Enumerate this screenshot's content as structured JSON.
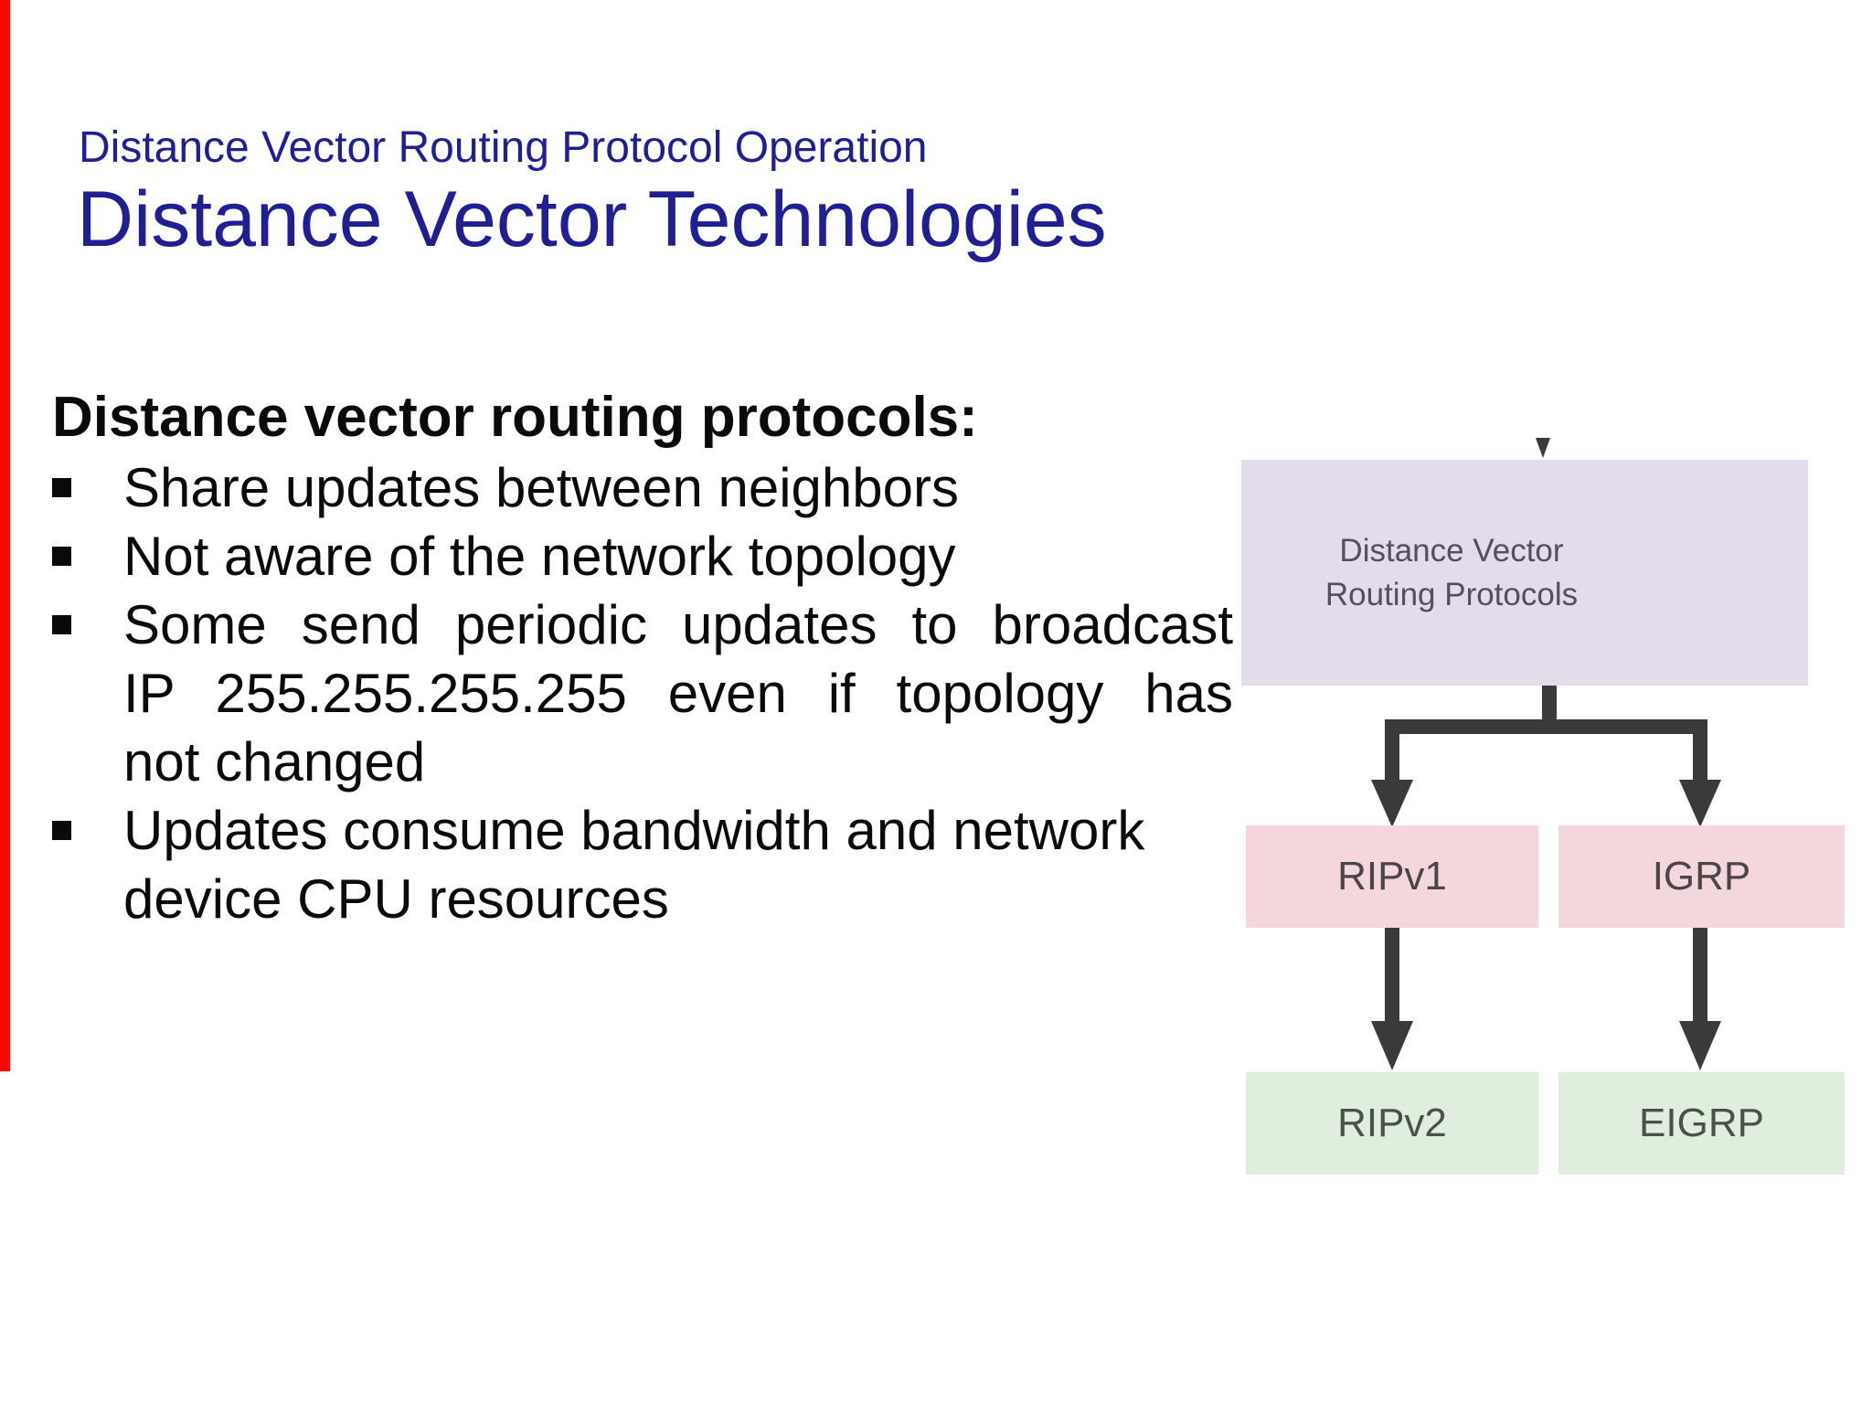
{
  "slide": {
    "kicker": "Distance Vector Routing Protocol Operation",
    "title": "Distance Vector Technologies",
    "title_color": "#1f1f93",
    "accent_bar_color": "#fa0606"
  },
  "body": {
    "heading": "Distance vector routing protocols:",
    "bullets": [
      {
        "lines": [
          "Share updates between neighbors"
        ]
      },
      {
        "lines": [
          "Not aware of the network topology"
        ]
      },
      {
        "lines": [
          "Some send periodic updates to broadcast",
          "IP 255.255.255.255 even if topology has",
          "not changed"
        ]
      },
      {
        "lines": [
          "Updates consume bandwidth and network",
          "device CPU resources"
        ]
      }
    ]
  },
  "diagram": {
    "connector_color": "#3a393b",
    "root": {
      "line1": "Distance Vector",
      "line2": "Routing Protocols",
      "fill": "#e3dcea"
    },
    "level1": [
      {
        "label": "RIPv1",
        "fill": "#f4d7dd"
      },
      {
        "label": "IGRP",
        "fill": "#f4d7dd"
      }
    ],
    "level2": [
      {
        "label": "RIPv2",
        "fill": "#e0eedd"
      },
      {
        "label": "EIGRP",
        "fill": "#e0eedd"
      }
    ]
  }
}
